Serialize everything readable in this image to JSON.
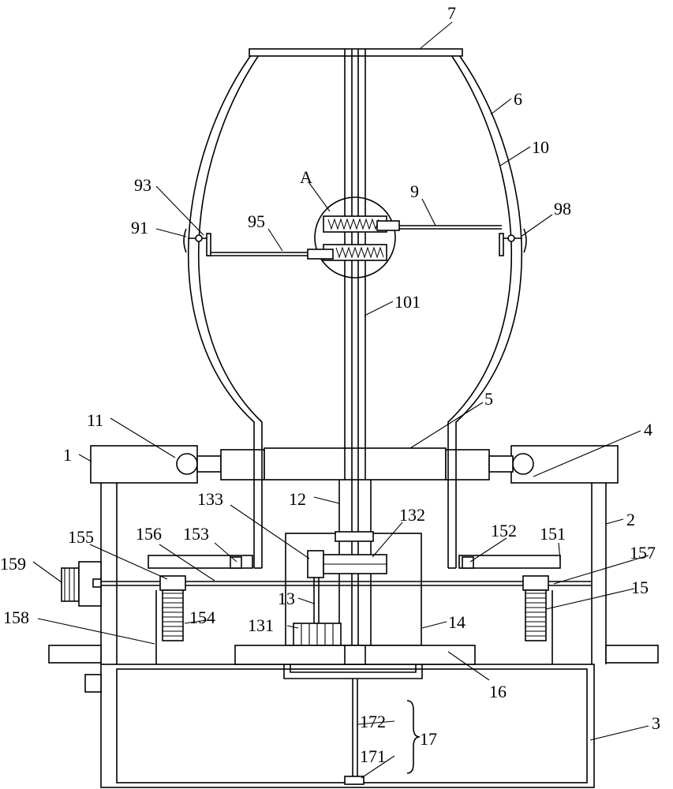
{
  "labels": {
    "l7": "7",
    "l6": "6",
    "l10": "10",
    "lA": "A",
    "l9": "9",
    "l93": "93",
    "l98": "98",
    "l91": "91",
    "l95": "95",
    "l101": "101",
    "l5": "5",
    "l11": "11",
    "l4": "4",
    "l1": "1",
    "l12": "12",
    "l133": "133",
    "l132": "132",
    "l2": "2",
    "l153": "153",
    "l152": "152",
    "l156": "156",
    "l151": "151",
    "l155": "155",
    "l157": "157",
    "l159": "159",
    "l15": "15",
    "l13": "13",
    "l158": "158",
    "l154": "154",
    "l131": "131",
    "l14": "14",
    "l16": "16",
    "l172": "172",
    "l17": "17",
    "l3": "3",
    "l171": "171"
  }
}
